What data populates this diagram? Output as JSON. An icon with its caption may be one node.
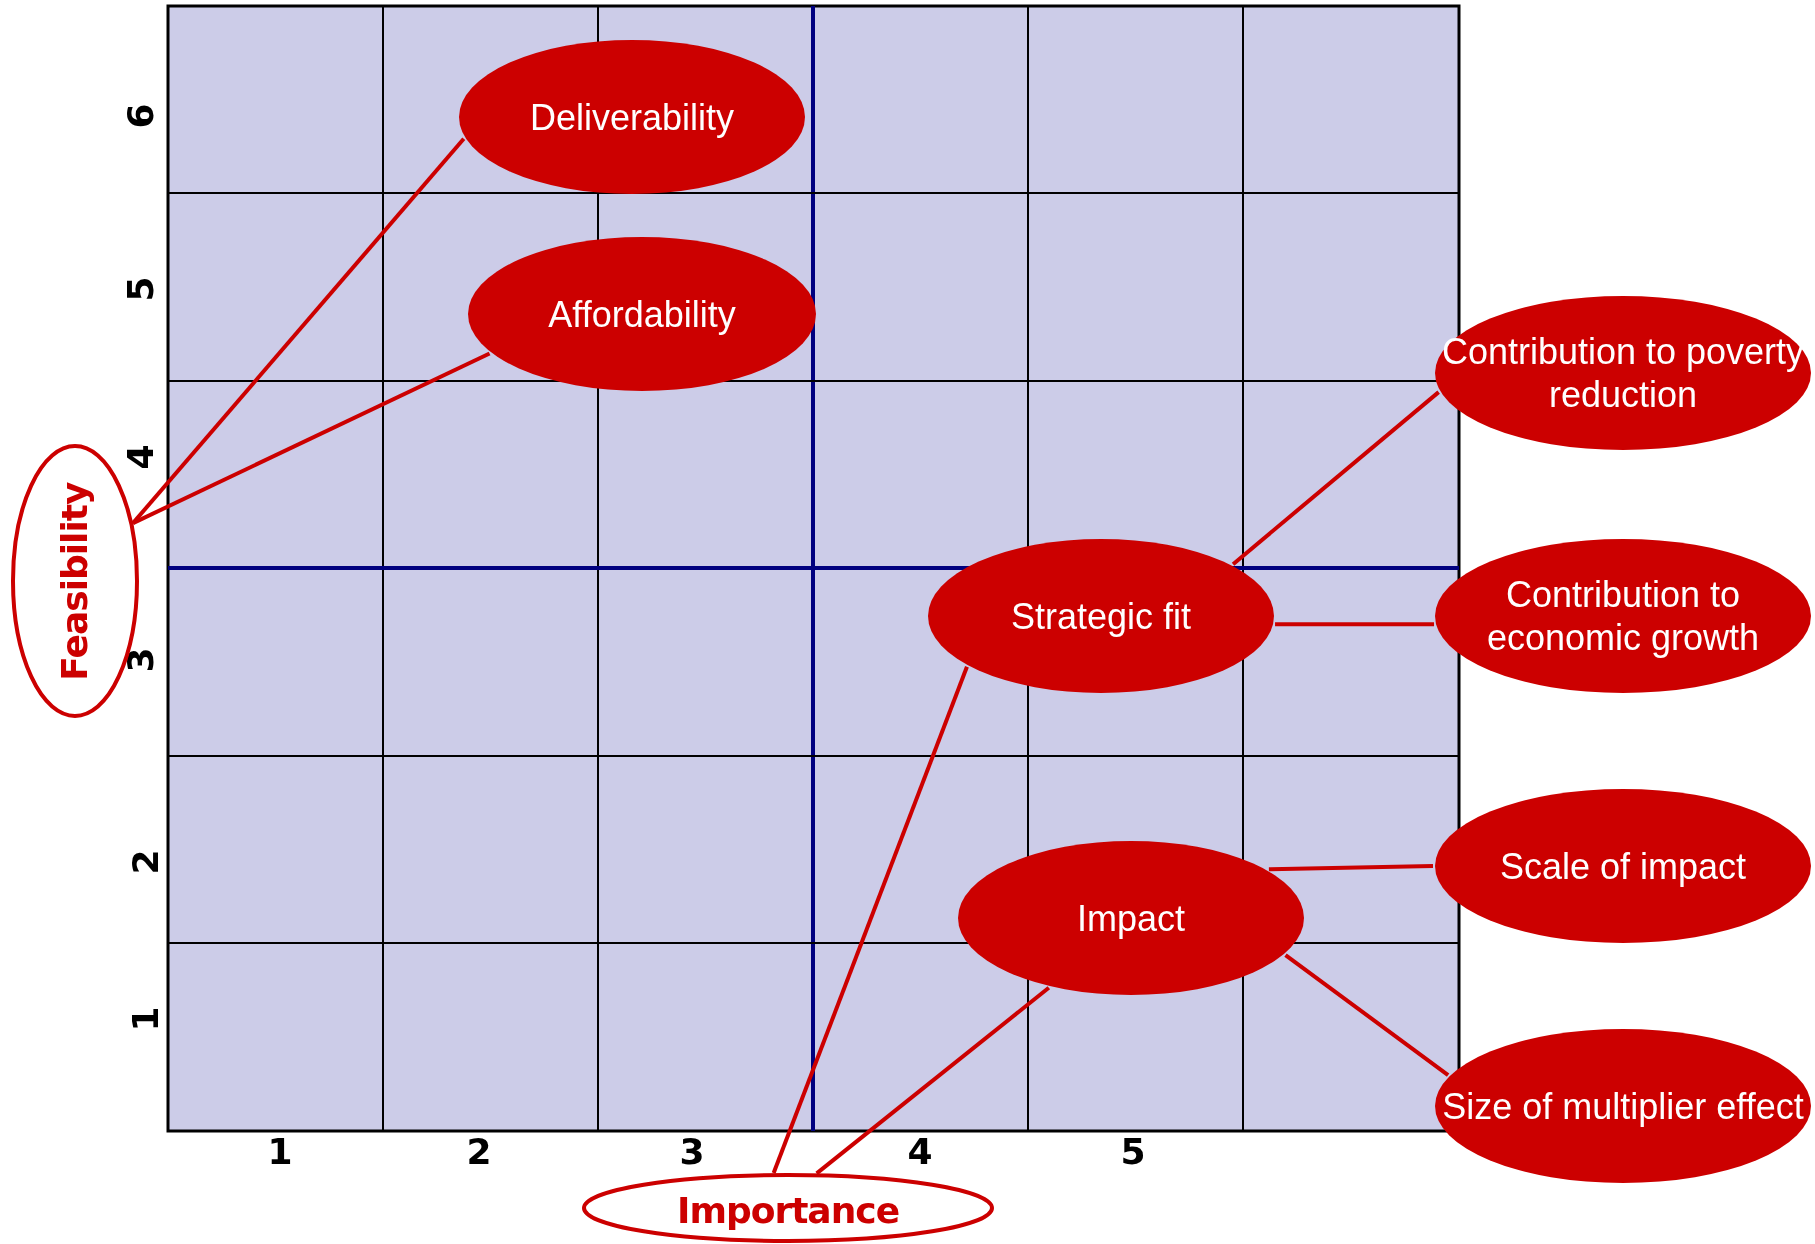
{
  "diagram": {
    "nodes": [
      {
        "text": [
          "Feasibility"
        ]
      },
      {
        "text": [
          "Deliverability"
        ]
      },
      {
        "text": [
          "Affordability"
        ]
      },
      {
        "text": [
          "Strategic fit"
        ]
      },
      {
        "text": [
          "Contribution to poverty reduction"
        ]
      },
      {
        "text": [
          "Contribution to economic growth"
        ]
      },
      {
        "text": [
          "Impact"
        ]
      },
      {
        "text": [
          "Scale of impact"
        ]
      },
      {
        "text": [
          "Size of multiplier effect"
        ]
      },
      {
        "text": [
          "Importance"
        ]
      }
    ],
    "edges": [
      {
        "from": 1,
        "to": 0,
        "arrow": "none"
      },
      {
        "from": 2,
        "to": 0,
        "arrow": "none"
      },
      {
        "from": 3,
        "to": 4,
        "arrow": "none"
      },
      {
        "from": 3,
        "to": 5,
        "arrow": "none"
      },
      {
        "from": 3,
        "to": 9,
        "arrow": "none"
      },
      {
        "from": 6,
        "to": 7,
        "arrow": "none"
      },
      {
        "from": 6,
        "to": 8,
        "arrow": "none"
      },
      {
        "from": 6,
        "to": 9,
        "arrow": "none"
      }
    ],
    "labels": [
      "6",
      "5",
      "4",
      "3",
      "2",
      "1",
      "1",
      "2",
      "3",
      "4",
      "5"
    ]
  }
}
